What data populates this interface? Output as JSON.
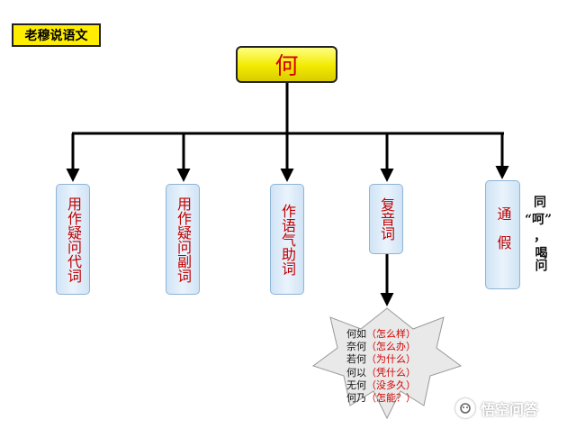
{
  "tag": "老穆说语文",
  "root": "何",
  "branches": [
    {
      "text": "用作疑问代词"
    },
    {
      "text": "用作疑问副词"
    },
    {
      "text": "作语气助词"
    },
    {
      "text": "复音词"
    },
    {
      "text": "通假"
    }
  ],
  "tongjia_note": {
    "line1": "同",
    "line2": "“呵”",
    "line3": "，",
    "line4": "喝问"
  },
  "compound_words": [
    {
      "word": "何如",
      "gloss": "（怎么样）"
    },
    {
      "word": "奈何",
      "gloss": "（怎么办）"
    },
    {
      "word": "若何",
      "gloss": "（为什么）"
    },
    {
      "word": "何以",
      "gloss": "（凭什么）"
    },
    {
      "word": "无何",
      "gloss": "（没多久）"
    },
    {
      "word": "何乃",
      "gloss": "（怎能？）"
    }
  ],
  "watermark": "悟空问答",
  "colors": {
    "root_fill": "#f2ea00",
    "root_text": "#d40000",
    "branch_fill": "#dbe9f7",
    "branch_text": "#c00000",
    "tag_fill": "#ffee00"
  }
}
